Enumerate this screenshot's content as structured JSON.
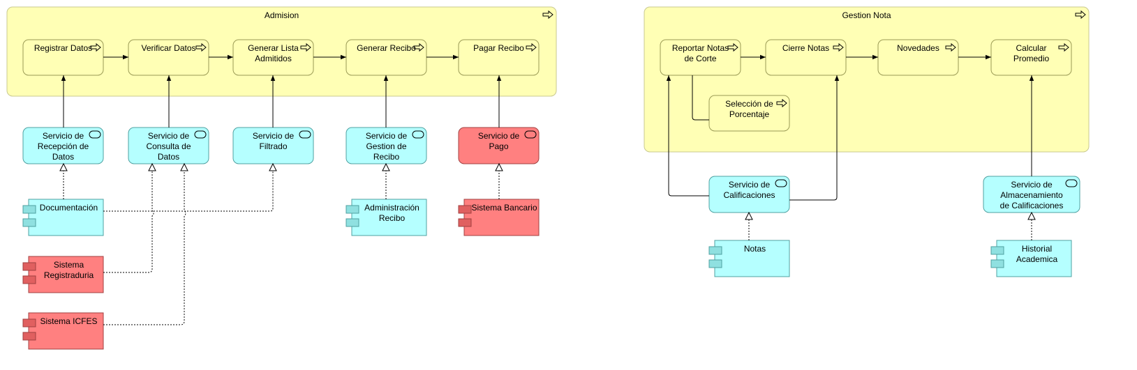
{
  "colors": {
    "group_fill": "#ffffb5",
    "process_fill": "#ffffb5",
    "service_fill": "#b5ffff",
    "component_fill": "#b5ffff",
    "external_fill": "#ff8080",
    "external_icon": "#e06060",
    "component_icon": "#8fe0e0",
    "line": "#000000",
    "border": "#9a9a55"
  },
  "groups": {
    "admision": {
      "title": "Admision",
      "icon": "process-arrow-icon"
    },
    "gestion_nota": {
      "title": "Gestion Nota",
      "icon": "process-arrow-icon"
    }
  },
  "processes": {
    "registrar_datos": "Registrar Datos",
    "verificar_datos": "Verificar Datos",
    "generar_lista": "Generar Lista\nAdmitidos",
    "generar_recibo": "Generar Recibo",
    "pagar_recibo": "Pagar Recibo",
    "reportar_notas": "Reportar Notas\nde Corte",
    "cierre_notas": "Cierre Notas",
    "novedades": "Novedades",
    "calcular_promedio": "Calcular\nPromedio",
    "seleccion_porcentaje": "Selección de\nPorcentaje"
  },
  "services": {
    "recepcion": "Servicio de\nRecepción de\nDatos",
    "consulta": "Servicio de\nConsulta de\nDatos",
    "filtrado": "Servicio de\nFiltrado",
    "gestion_recibo": "Servicio de\nGestion de\nRecibo",
    "pago": "Servicio de\nPago",
    "calificaciones": "Servicio de\nCalificaciones",
    "almacenamiento": "Servicio de\nAlmacenamiento\nde Calificaciones"
  },
  "components": {
    "documentacion": "Documentación",
    "sistema_registraduria": "Sistema\nRegistraduria",
    "sistema_icfes": "Sistema ICFES",
    "administracion_recibo": "Administración\nRecibo",
    "sistema_bancario": "Sistema Bancario",
    "notas": "Notas",
    "historial_academica": "Historial\nAcademica"
  }
}
